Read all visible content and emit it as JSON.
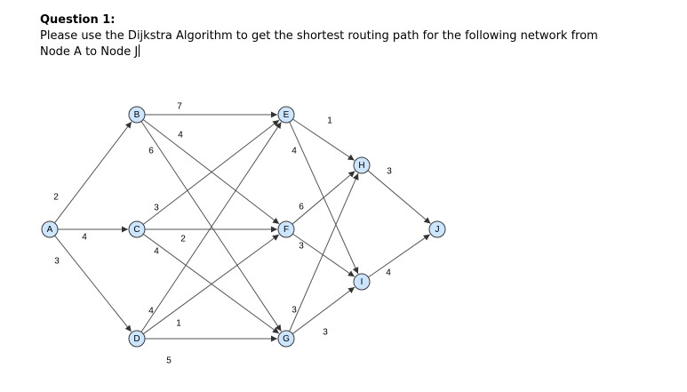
{
  "question": {
    "heading": "Question 1:",
    "line1": "Please use the Dijkstra Algorithm to get the shortest routing path for the following network from",
    "line2": "Node A to Node J"
  },
  "graph": {
    "nodes": [
      "A",
      "B",
      "C",
      "D",
      "E",
      "F",
      "G",
      "H",
      "I",
      "J"
    ],
    "edges": [
      {
        "from": "A",
        "to": "B",
        "weight": "2"
      },
      {
        "from": "A",
        "to": "C",
        "weight": "4"
      },
      {
        "from": "A",
        "to": "D",
        "weight": "3"
      },
      {
        "from": "B",
        "to": "E",
        "weight": "7"
      },
      {
        "from": "B",
        "to": "F",
        "weight": "4"
      },
      {
        "from": "B",
        "to": "G",
        "weight": "6"
      },
      {
        "from": "C",
        "to": "E",
        "weight": "3"
      },
      {
        "from": "C",
        "to": "F",
        "weight": "2"
      },
      {
        "from": "C",
        "to": "G",
        "weight": "4"
      },
      {
        "from": "D",
        "to": "E",
        "weight": "4"
      },
      {
        "from": "D",
        "to": "F",
        "weight": "1"
      },
      {
        "from": "D",
        "to": "G",
        "weight": "5"
      },
      {
        "from": "E",
        "to": "H",
        "weight": "4"
      },
      {
        "from": "E",
        "to": "I",
        "weight": "1"
      },
      {
        "from": "F",
        "to": "H",
        "weight": "6"
      },
      {
        "from": "F",
        "to": "I",
        "weight": "3"
      },
      {
        "from": "G",
        "to": "H",
        "weight": "3"
      },
      {
        "from": "G",
        "to": "I",
        "weight": "3"
      },
      {
        "from": "H",
        "to": "J",
        "weight": "3"
      },
      {
        "from": "I",
        "to": "J",
        "weight": "4"
      }
    ]
  }
}
